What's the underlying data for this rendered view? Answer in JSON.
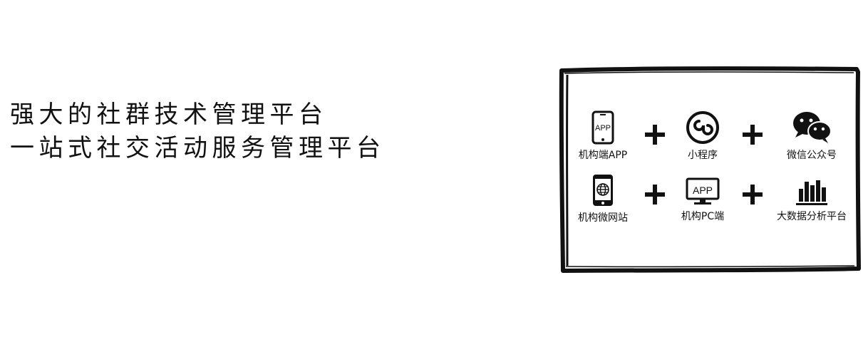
{
  "headline": {
    "line1": "强大的社群技术管理平台",
    "line2": "一站式社交活动服务管理平台"
  },
  "board": {
    "features": [
      {
        "label": "机构端APP",
        "icon": "phone-app-icon",
        "icon_text": "APP"
      },
      {
        "label": "小程序",
        "icon": "mini-program-icon"
      },
      {
        "label": "微信公众号",
        "icon": "wechat-icon"
      },
      {
        "label": "机构微网站",
        "icon": "phone-globe-icon"
      },
      {
        "label": "机构PC端",
        "icon": "monitor-app-icon",
        "icon_text": "APP"
      },
      {
        "label": "大数据分析平台",
        "icon": "bar-chart-icon"
      }
    ],
    "separator": "+"
  },
  "colors": {
    "background": "#ffffff",
    "ink": "#111111"
  }
}
